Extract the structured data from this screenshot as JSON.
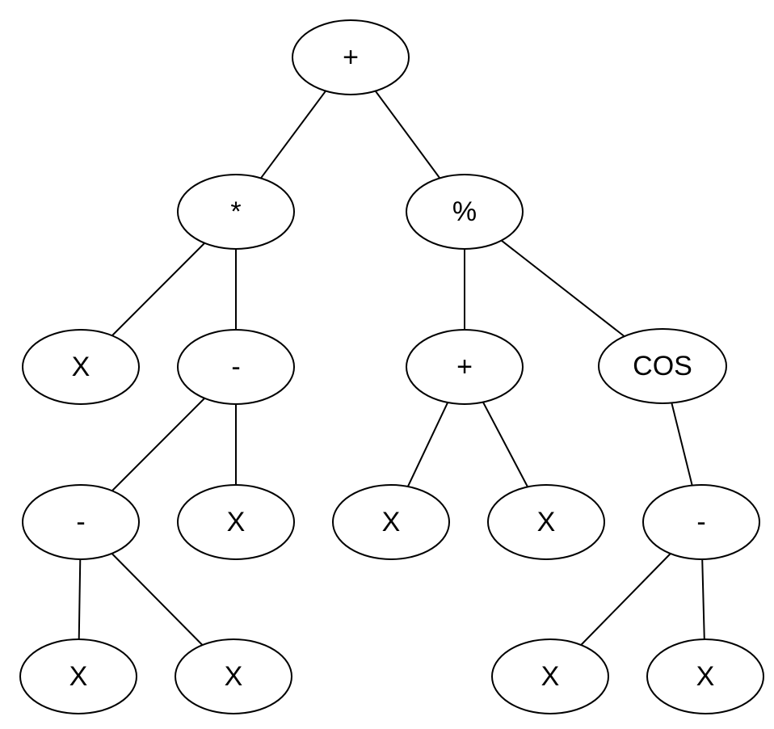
{
  "tree": {
    "nodes": [
      {
        "id": "n1",
        "label": "+"
      },
      {
        "id": "n2",
        "label": "*"
      },
      {
        "id": "n3",
        "label": "%"
      },
      {
        "id": "n4",
        "label": "X"
      },
      {
        "id": "n5",
        "label": "-"
      },
      {
        "id": "n6",
        "label": "+"
      },
      {
        "id": "n7",
        "label": "COS"
      },
      {
        "id": "n8",
        "label": "-"
      },
      {
        "id": "n9",
        "label": "X"
      },
      {
        "id": "n10",
        "label": "X"
      },
      {
        "id": "n11",
        "label": "X"
      },
      {
        "id": "n12",
        "label": "-"
      },
      {
        "id": "n13",
        "label": "X"
      },
      {
        "id": "n14",
        "label": "X"
      },
      {
        "id": "n15",
        "label": "X"
      },
      {
        "id": "n16",
        "label": "X"
      }
    ],
    "edges": [
      [
        "n1",
        "n2"
      ],
      [
        "n1",
        "n3"
      ],
      [
        "n2",
        "n4"
      ],
      [
        "n2",
        "n5"
      ],
      [
        "n3",
        "n6"
      ],
      [
        "n3",
        "n7"
      ],
      [
        "n5",
        "n8"
      ],
      [
        "n5",
        "n9"
      ],
      [
        "n6",
        "n10"
      ],
      [
        "n6",
        "n11"
      ],
      [
        "n7",
        "n12"
      ],
      [
        "n8",
        "n13"
      ],
      [
        "n8",
        "n14"
      ],
      [
        "n12",
        "n15"
      ],
      [
        "n12",
        "n16"
      ]
    ]
  }
}
